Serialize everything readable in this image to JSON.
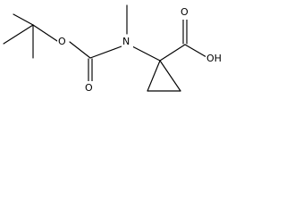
{
  "molecule": {
    "atoms": {
      "oxygen_ester": "O",
      "oxygen_carbonyl": "O",
      "nitrogen": "N",
      "oxygen_acid_carbonyl": "O",
      "hydroxyl": "OH"
    }
  }
}
